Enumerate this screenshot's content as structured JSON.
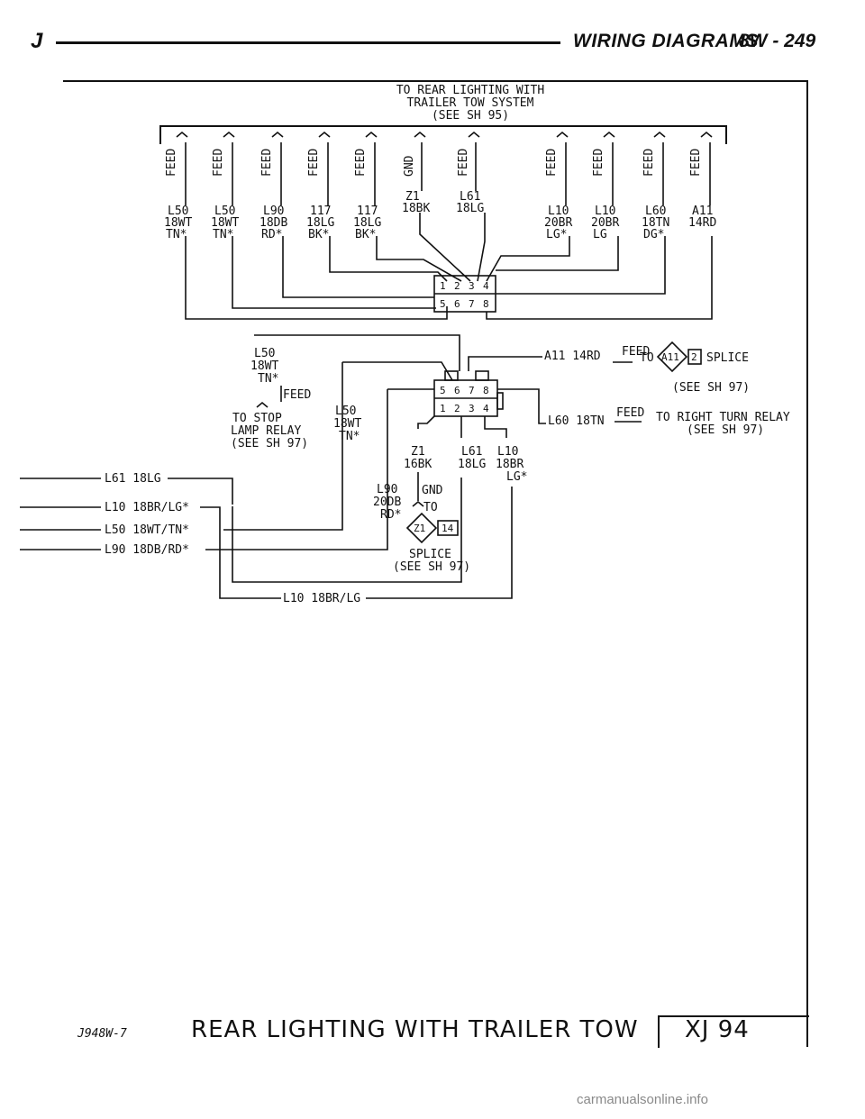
{
  "header": {
    "letter": "J",
    "title": "WIRING DIAGRAMS",
    "page": "8W - 249"
  },
  "top": {
    "note_lines": [
      "TO REAR LIGHTING WITH",
      "TRAILER TOW SYSTEM",
      "(SEE SH 95)"
    ],
    "terminals": [
      {
        "label": "FEED",
        "c": "L50",
        "g": "18WT",
        "col": "TN*"
      },
      {
        "label": "FEED",
        "c": "L50",
        "g": "18WT",
        "col": "TN*"
      },
      {
        "label": "FEED",
        "c": "L90",
        "g": "18DB",
        "col": "RD*"
      },
      {
        "label": "FEED",
        "c": "117",
        "g": "18LG",
        "col": "BK*"
      },
      {
        "label": "FEED",
        "c": "117",
        "g": "18LG",
        "col": "BK*"
      },
      {
        "label": "GND",
        "c": "Z1",
        "g": "18BK",
        "col": ""
      },
      {
        "label": "FEED",
        "c": "L61",
        "g": "18LG",
        "col": ""
      },
      {
        "label": "FEED",
        "c": "L10",
        "g": "20BR",
        "col": "LG*"
      },
      {
        "label": "FEED",
        "c": "L10",
        "g": "20BR",
        "col": "LG"
      },
      {
        "label": "FEED",
        "c": "L60",
        "g": "18TN",
        "col": "DG*"
      },
      {
        "label": "FEED",
        "c": "A11",
        "g": "14RD",
        "col": ""
      }
    ],
    "connector_pins_top": [
      "1",
      "2",
      "3",
      "4"
    ],
    "connector_pins_bottom": [
      "5",
      "6",
      "7",
      "8"
    ]
  },
  "middle": {
    "l50_lines": [
      "L50",
      "18WT",
      "TN*"
    ],
    "feed": "FEED",
    "stop_relay_lines": [
      "TO STOP",
      "LAMP RELAY",
      "(SEE SH 97)"
    ],
    "l50b_lines": [
      "L50",
      "18WT",
      "TN*"
    ],
    "a11_wire": "A11 14RD",
    "feed_a": "FEED",
    "to_a": "TO",
    "splice_a_id": "A11",
    "splice_a_pin": "2",
    "splice_a": "SPLICE",
    "see_a": "(SEE SH 97)",
    "l60_wire": "L60 18TN",
    "feed_b": "FEED",
    "right_turn_lines": [
      "TO RIGHT TURN RELAY",
      "(SEE SH 97)"
    ],
    "connector_pins_top": [
      "5",
      "6",
      "7",
      "8"
    ],
    "connector_pins_bottom": [
      "1",
      "2",
      "3",
      "4"
    ],
    "z1": {
      "c": "Z1",
      "g": "16BK"
    },
    "l61": {
      "c": "L61",
      "g": "18LG"
    },
    "l10": {
      "c": "L10",
      "g": "18BR",
      "col": "LG*"
    },
    "l90_lines": [
      "L90",
      "20DB",
      "RD*"
    ],
    "gnd": "GND",
    "to_b": "TO",
    "splice_b_id": "Z1",
    "splice_b_pin": "14",
    "splice_b_lines": [
      "SPLICE",
      "(SEE SH 97)"
    ]
  },
  "left_wires": [
    "L61 18LG",
    "L10 18BR/LG*",
    "L50 18WT/TN*",
    "L90 18DB/RD*"
  ],
  "bottom_wire": "L10 18BR/LG",
  "footer": {
    "code": "J948W-7",
    "title": "REAR LIGHTING WITH TRAILER TOW",
    "model": "XJ 94"
  },
  "watermark": "carmanualsonline.info"
}
